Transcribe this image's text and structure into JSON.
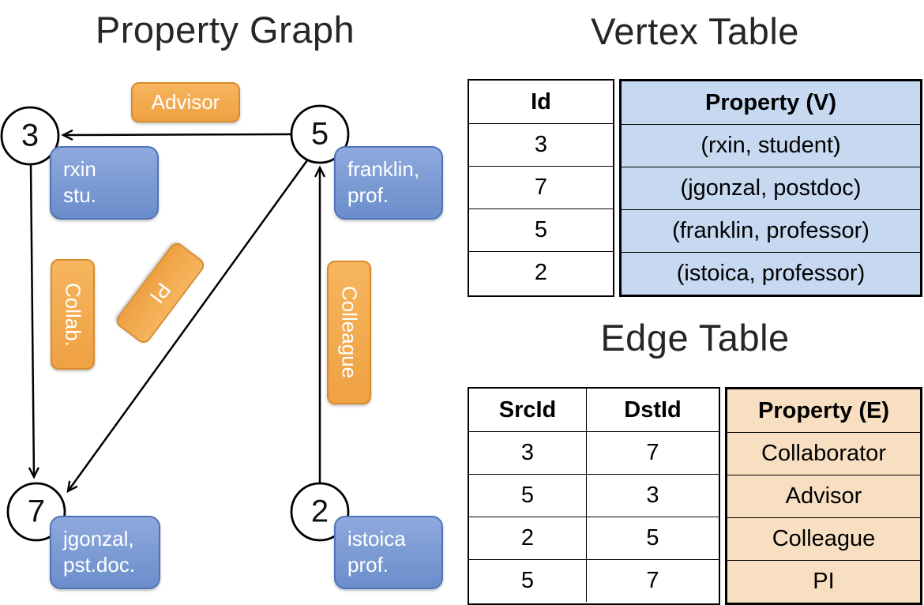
{
  "colors": {
    "node_blue": "#6a8ecb",
    "edge_orange": "#efa143",
    "vertex_table_fill": "#c6d9f1",
    "edge_table_fill": "#f9dfc2",
    "line_color": "#000000"
  },
  "graph": {
    "title": "Property Graph",
    "vertices": [
      {
        "id": "3",
        "line1": "rxin",
        "line2": "stu."
      },
      {
        "id": "5",
        "line1": "franklin,",
        "line2": "prof."
      },
      {
        "id": "7",
        "line1": "jgonzal,",
        "line2": "pst.doc."
      },
      {
        "id": "2",
        "line1": "istoica",
        "line2": "prof."
      }
    ],
    "edge_labels": {
      "advisor": "Advisor",
      "collab": "Collab.",
      "pi": "PI",
      "colleague": "Colleague"
    }
  },
  "vertex_table": {
    "title": "Vertex Table",
    "headers": {
      "id": "Id",
      "property": "Property (V)"
    },
    "rows": [
      {
        "id": "3",
        "property": "(rxin, student)"
      },
      {
        "id": "7",
        "property": "(jgonzal, postdoc)"
      },
      {
        "id": "5",
        "property": "(franklin, professor)"
      },
      {
        "id": "2",
        "property": "(istoica, professor)"
      }
    ]
  },
  "edge_table": {
    "title": "Edge Table",
    "headers": {
      "src": "SrcId",
      "dst": "DstId",
      "property": "Property (E)"
    },
    "rows": [
      {
        "src": "3",
        "dst": "7",
        "property": "Collaborator"
      },
      {
        "src": "5",
        "dst": "3",
        "property": "Advisor"
      },
      {
        "src": "2",
        "dst": "5",
        "property": "Colleague"
      },
      {
        "src": "5",
        "dst": "7",
        "property": "PI"
      }
    ]
  }
}
